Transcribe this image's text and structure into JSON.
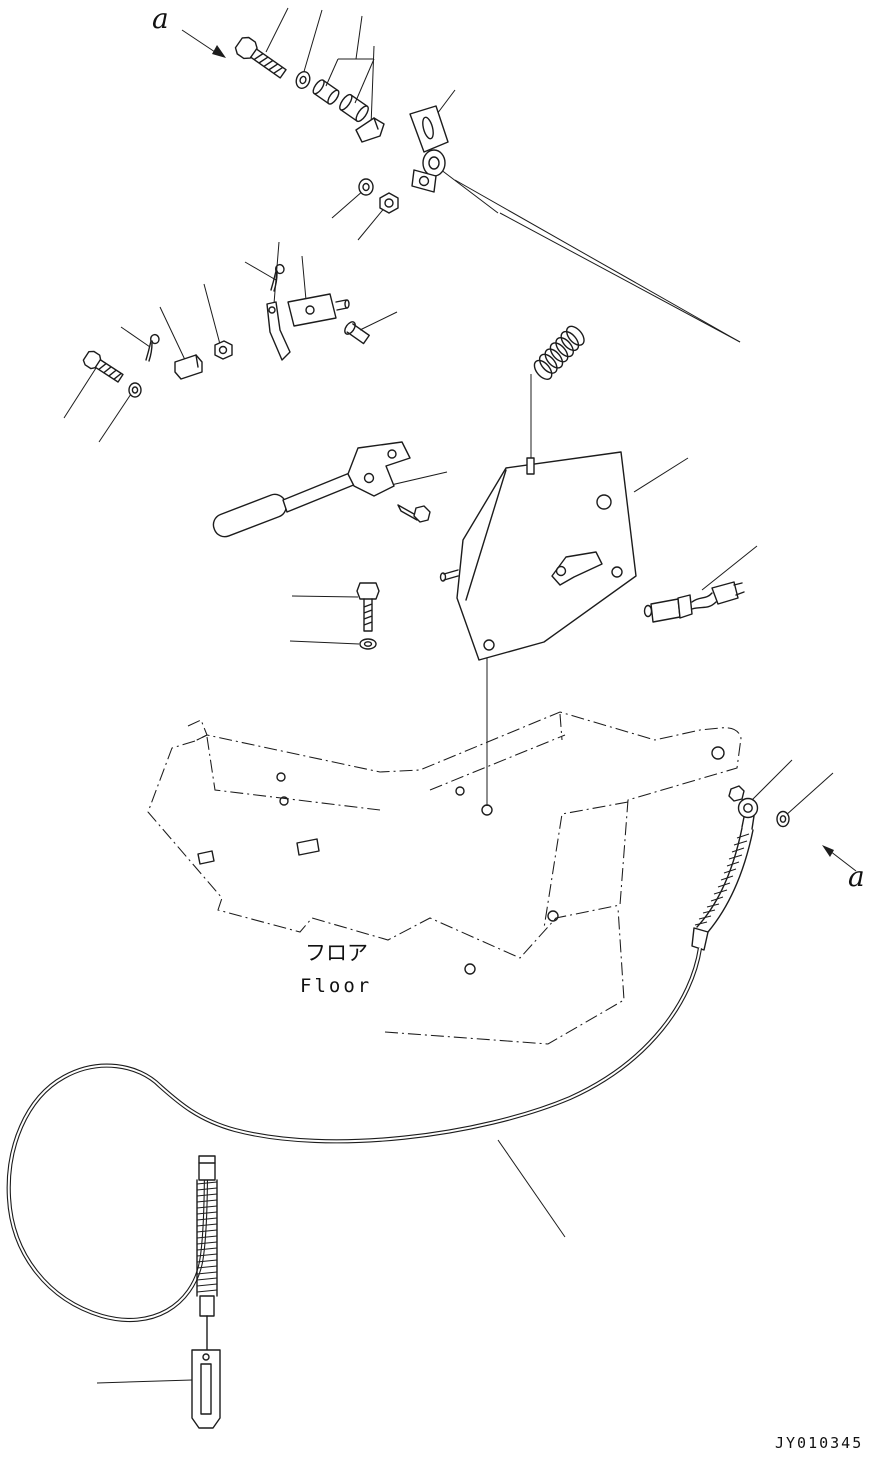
{
  "diagram": {
    "background": "#ffffff",
    "line_color": "#1c1c1c",
    "view_label_top": "a",
    "view_label_right": "a",
    "floor_label_jp": "フロア",
    "floor_label_en": "Floor",
    "drawing_number": "JY010345"
  }
}
